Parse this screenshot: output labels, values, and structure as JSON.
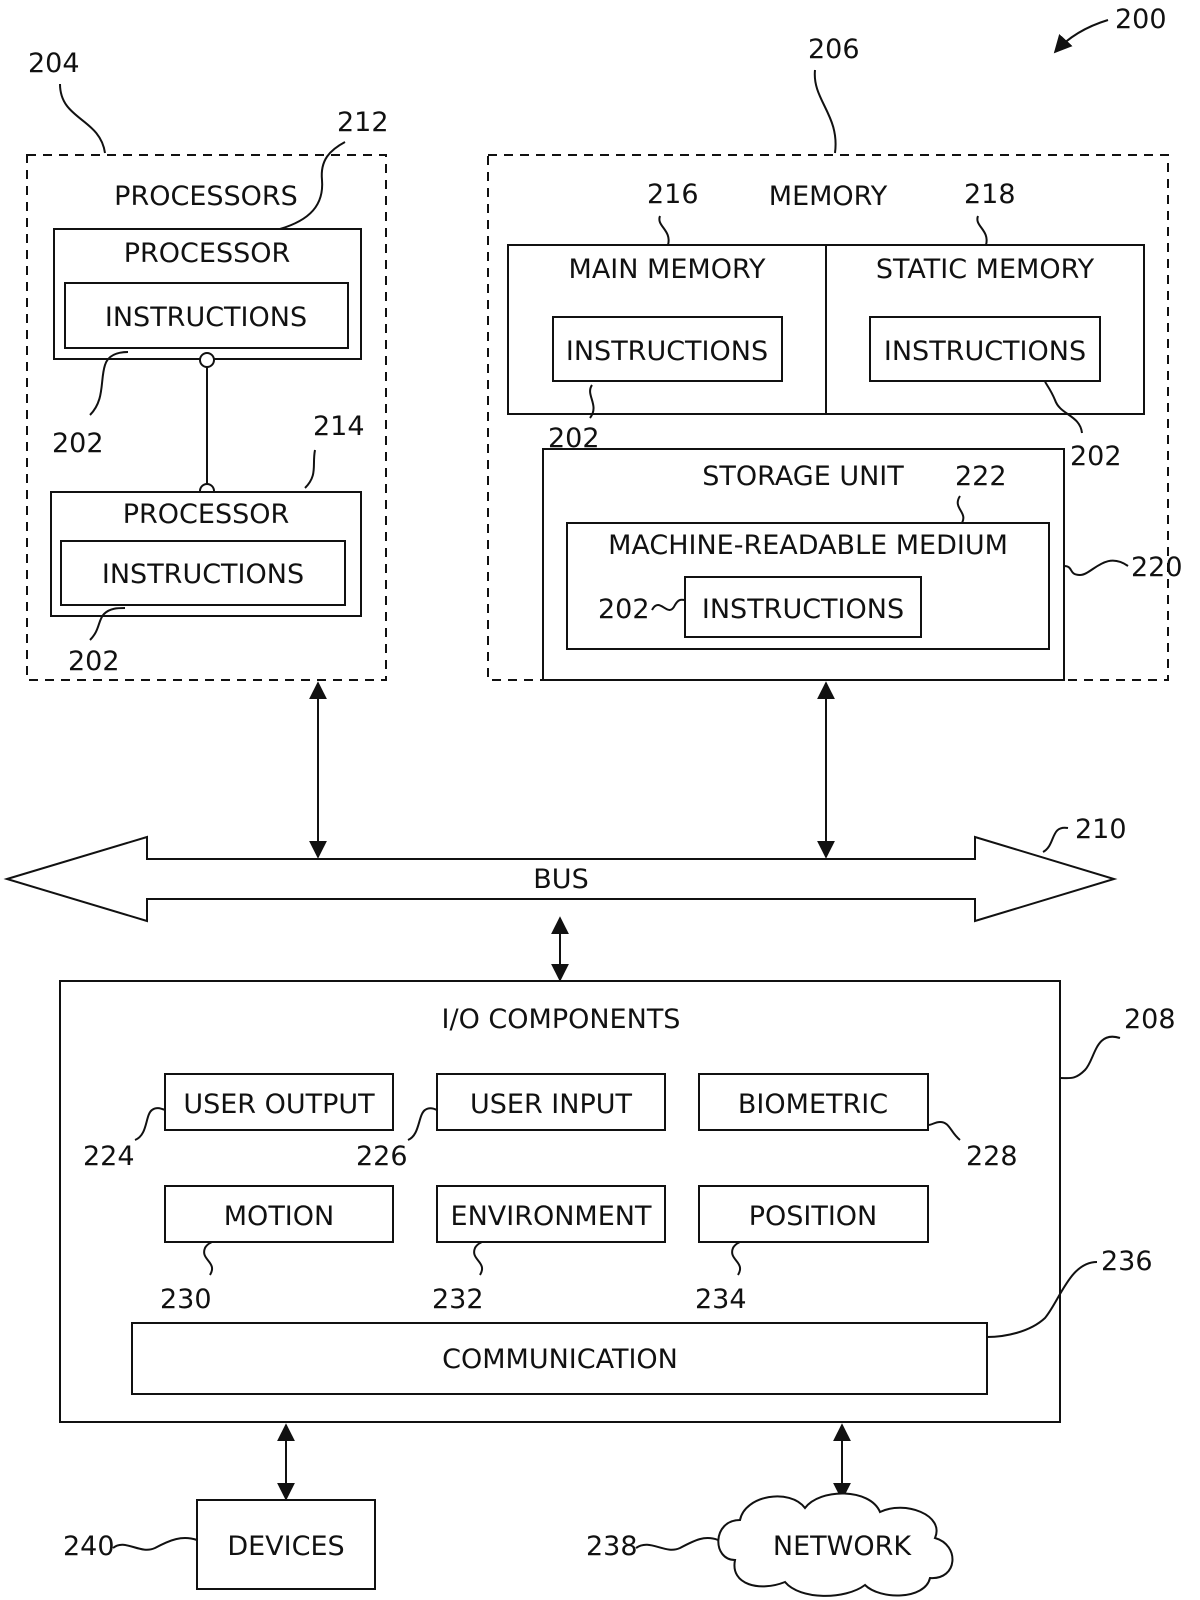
{
  "figure_ref": "200",
  "processors": {
    "ref": "204",
    "title": "PROCESSORS",
    "processor_a": {
      "ref": "212",
      "title": "PROCESSOR",
      "instructions": "INSTRUCTIONS",
      "instr_ref": "202"
    },
    "processor_b": {
      "ref": "214",
      "title": "PROCESSOR",
      "instructions": "INSTRUCTIONS",
      "instr_ref": "202"
    }
  },
  "memory": {
    "ref": "206",
    "title": "MEMORY",
    "main": {
      "ref": "216",
      "title": "MAIN MEMORY",
      "instructions": "INSTRUCTIONS",
      "instr_ref": "202"
    },
    "static": {
      "ref": "218",
      "title": "STATIC MEMORY",
      "instructions": "INSTRUCTIONS",
      "instr_ref": "202"
    },
    "storage": {
      "ref": "220",
      "title": "STORAGE UNIT",
      "medium": {
        "ref": "222",
        "title": "MACHINE-READABLE MEDIUM",
        "instructions": "INSTRUCTIONS",
        "instr_ref": "202"
      }
    }
  },
  "bus": {
    "ref": "210",
    "label": "BUS"
  },
  "io": {
    "ref": "208",
    "title": "I/O COMPONENTS",
    "components": [
      {
        "label": "USER OUTPUT",
        "ref": "224"
      },
      {
        "label": "USER INPUT",
        "ref": "226"
      },
      {
        "label": "BIOMETRIC",
        "ref": "228"
      },
      {
        "label": "MOTION",
        "ref": "230"
      },
      {
        "label": "ENVIRONMENT",
        "ref": "232"
      },
      {
        "label": "POSITION",
        "ref": "234"
      }
    ],
    "communication": {
      "label": "COMMUNICATION",
      "ref": "236"
    }
  },
  "devices": {
    "label": "DEVICES",
    "ref": "240"
  },
  "network": {
    "label": "NETWORK",
    "ref": "238"
  }
}
